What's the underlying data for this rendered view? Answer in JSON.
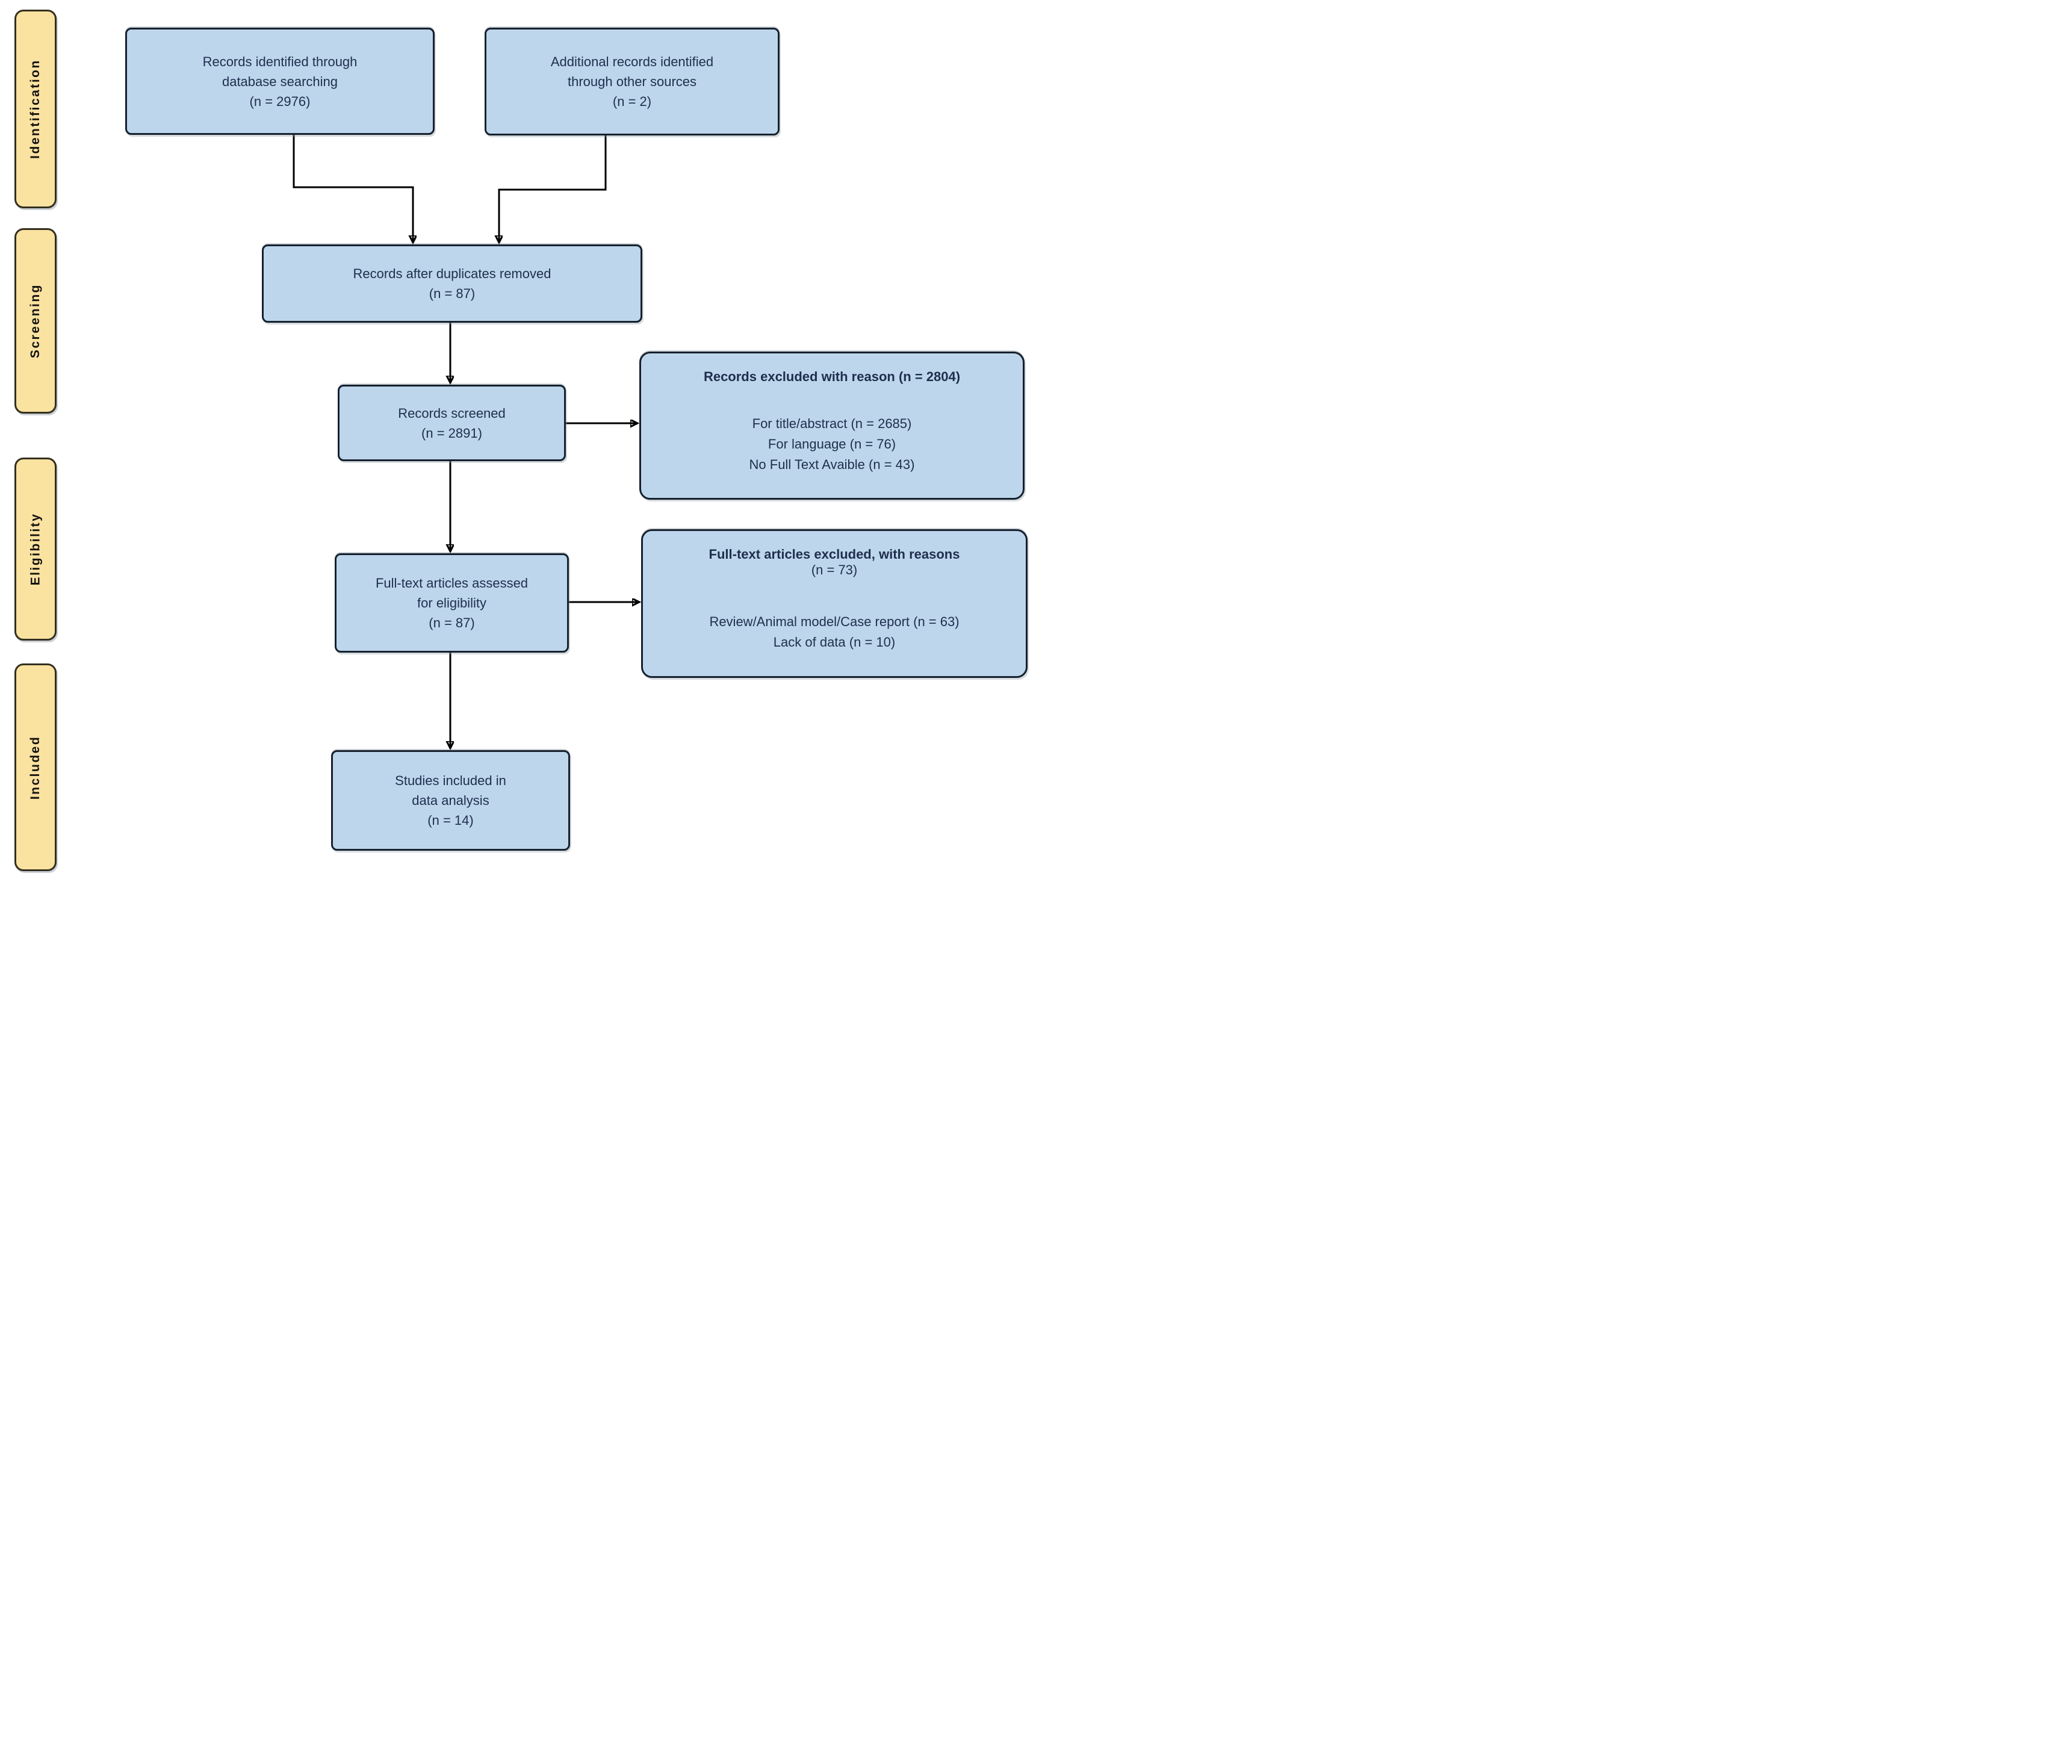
{
  "colors": {
    "box_fill": "#bdd6ec",
    "box_border": "#16212e",
    "stage_fill": "#fae2a1",
    "stage_border": "#332f1e",
    "text_color": "#1f2e4d",
    "arrow_color": "#000000",
    "page_bg": "#ffffff"
  },
  "stages": {
    "identification": "Identification",
    "screening": "Screening",
    "eligibility": "Eligibility",
    "included": "Included"
  },
  "boxes": {
    "records_identified": {
      "text": "Records identified through\ndatabase searching\n(n = 2976)"
    },
    "additional_records": {
      "text": "Additional records identified\nthrough other sources\n(n = 2)"
    },
    "duplicates_removed": {
      "text": "Records after duplicates removed\n(n = 87)"
    },
    "records_screened": {
      "text": "Records screened\n(n = 2891)"
    },
    "records_excluded": {
      "title": "Records excluded with reason (n = 2804)",
      "body": "For title/abstract (n = 2685)\nFor language (n = 76)\nNo Full Text Avaible (n = 43)"
    },
    "fulltext_assessed": {
      "text": "Full-text articles assessed\nfor eligibility\n(n = 87)"
    },
    "fulltext_excluded": {
      "title": "Full-text articles excluded, with reasons",
      "subtitle": "(n = 73)",
      "body": "Review/Animal model/Case report (n = 63)\nLack of data (n = 10)"
    },
    "studies_included": {
      "text": "Studies included in\ndata analysis\n(n = 14)"
    }
  }
}
